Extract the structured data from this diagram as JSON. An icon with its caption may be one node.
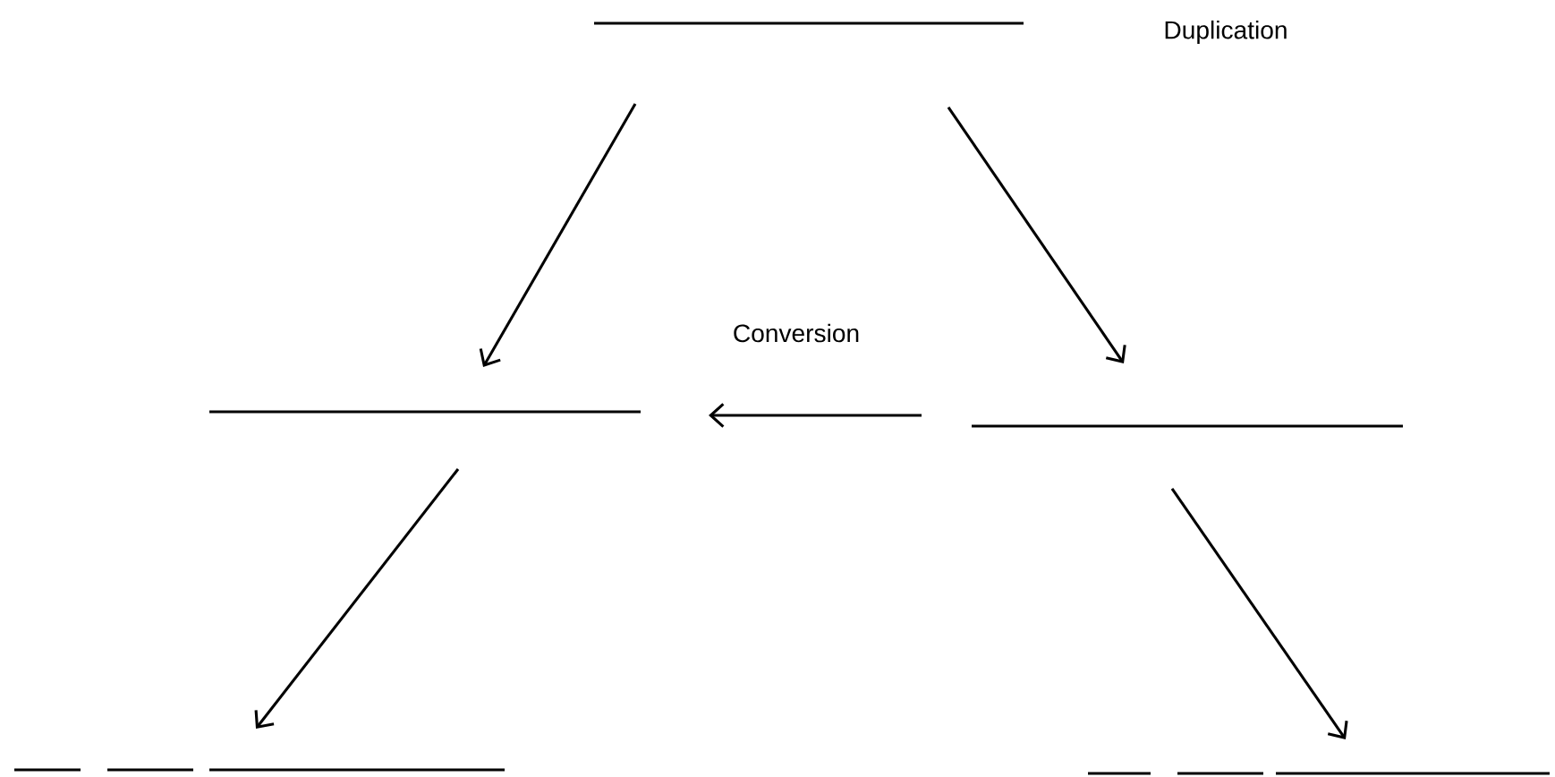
{
  "diagram": {
    "labels": [
      "Duplication"
    ],
    "nodes": [
      {
        "text": [],
        "shape": "bar"
      },
      {
        "text": [],
        "shape": "bar"
      },
      {
        "text": [],
        "shape": "bar"
      },
      {
        "text": [],
        "shape": "bar"
      },
      {
        "text": [],
        "shape": "bar"
      }
    ],
    "edges": [
      {
        "from": 0,
        "to": 1,
        "arrow": "to"
      },
      {
        "from": 0,
        "to": 2,
        "arrow": "to"
      },
      {
        "from": 2,
        "to": 1,
        "arrow": "to",
        "label": "Conversion"
      },
      {
        "from": 1,
        "to": 3,
        "arrow": "to"
      },
      {
        "from": 2,
        "to": 4,
        "arrow": "to"
      }
    ]
  }
}
